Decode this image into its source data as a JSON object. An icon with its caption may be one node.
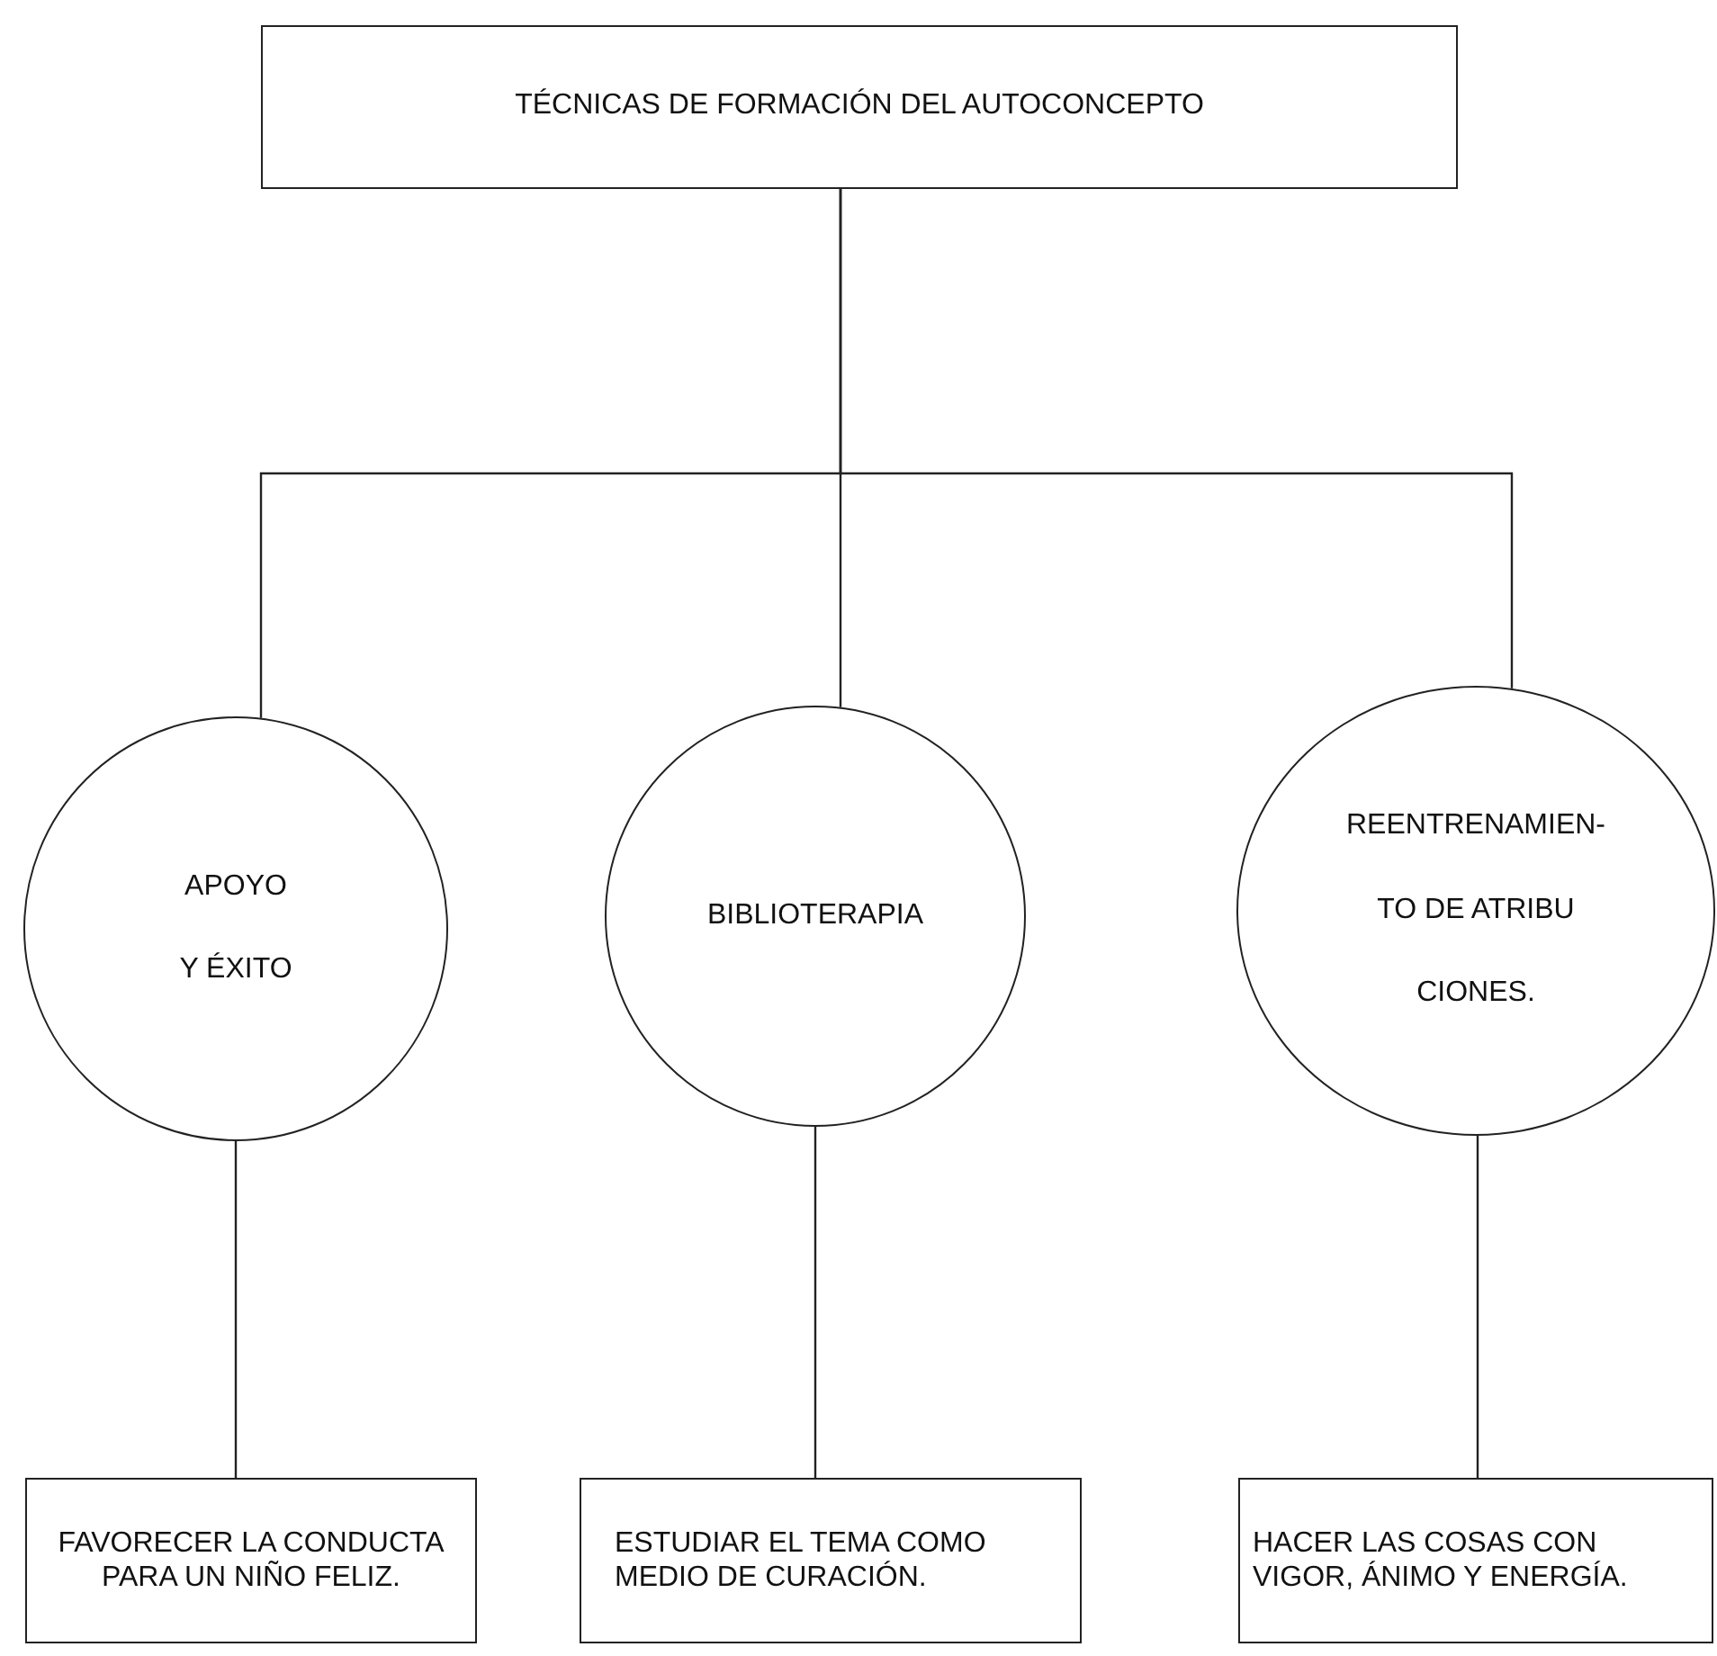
{
  "diagram": {
    "nodes": [
      {
        "text": [
          "TÉCNICAS DE FORMACIÓN DEL AUTOCONCEPTO"
        ]
      },
      {
        "text": [
          "APOYO Y ÉXITO"
        ]
      },
      {
        "text": [
          "BIBLIOTERAPIA"
        ]
      },
      {
        "text": [
          "REENTRENAMIEN- TO DE ATRIBU CIONES."
        ]
      },
      {
        "text": [
          "FAVORECER LA CONDUCTA PARA UN NIÑO FELIZ."
        ]
      },
      {
        "text": [
          "ESTUDIAR EL TEMA COMO MEDIO DE CURACIÓN."
        ]
      },
      {
        "text": [
          "HACER LAS COSAS CON VIGOR, ÁNIMO Y ENERGÍA."
        ]
      }
    ],
    "edges": [
      {
        "from": 0,
        "to": 1,
        "arrow": "none"
      },
      {
        "from": 0,
        "to": 2,
        "arrow": "none"
      },
      {
        "from": 0,
        "to": 3,
        "arrow": "none"
      },
      {
        "from": 1,
        "to": 4,
        "arrow": "none"
      },
      {
        "from": 2,
        "to": 5,
        "arrow": "none"
      },
      {
        "from": 3,
        "to": 6,
        "arrow": "none"
      }
    ]
  }
}
